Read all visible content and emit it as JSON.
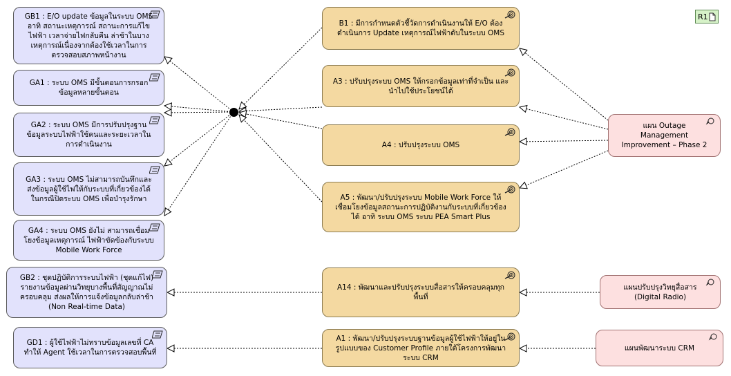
{
  "view_badge": {
    "label": "R1"
  },
  "gaps": [
    {
      "label": "GB1 : E/O update ข้อมูลในระบบ OMS อาทิ สถานะเหตุการณ์ สถานะการแก้ไขไฟฟ้า เวลาจ่ายไฟกลับคืน ล่าช้าในบางเหตุการณ์เนื่องจากต้องใช้เวลาในการตรวจสอบสภาพหน้างาน"
    },
    {
      "label": "GA1 : ระบบ OMS มีขั้นตอนการกรอกข้อมูลหลายขั้นตอน"
    },
    {
      "label": "GA2 : ระบบ OMS มีการปรับปรุงฐานข้อมูลระบบไฟฟ้าใช้คนและระยะเวลาในการดำเนินงาน"
    },
    {
      "label": "GA3 : ระบบ OMS ไม่สามารถบันทึกและส่งข้อมูลผู้ใช้ไฟให้กับระบบที่เกี่ยวข้องได้ ในกรณีปิดระบบ OMS เพื่อบำรุงรักษา"
    },
    {
      "label": "GA4 : ระบบ OMS ยังไม่ สามารถเชื่อมโยงข้อมูลเหตุการณ์ ไฟฟ้าขัดข้องกับระบบ Mobile Work Force"
    },
    {
      "label": "GB2 : ชุดปฏิบัติการระบบไฟฟ้า (ชุดแก้ไฟ) รายงานข้อมูลผ่านวิทยุบางพื้นที่สัญญาณไม่ครอบคลุม ส่งผลให้การแจ้งข้อมูลกลับล่าช้า (Non Real-time Data)"
    },
    {
      "label": "GD1 : ผู้ใช้ไฟฟ้าไม่ทราบข้อมูลเลขที่ CA ทำให้ Agent ใช้เวลาในการตรวจสอบพื้นที่"
    }
  ],
  "work_packages": [
    {
      "label": "B1 : มีการกำหนดตัวชี้วัดการดำเนินงานให้ E/O ต้องดำเนินการ Update เหตุการณ์ไฟฟ้าดับในระบบ OMS"
    },
    {
      "label": "A3 : ปรับปรุงระบบ OMS ให้กรอกข้อมูลเท่าที่จำเป็น และนำไปใช้ประโยชน์ได้"
    },
    {
      "label": "A4 : ปรับปรุงระบบ OMS"
    },
    {
      "label": "A5 : พัฒนา/ปรับปรุงระบบ Mobile Work Force ให้เชื่อมโยงข้อมูลสถานะการปฏิบัติงานกับระบบที่เกี่ยวข้องได้ อาทิ ระบบ OMS ระบบ PEA Smart Plus"
    },
    {
      "label": "A14 : พัฒนาและปรับปรุงระบบสื่อสารให้ครอบคลุมทุกพื้นที่"
    },
    {
      "label": "A1 : พัฒนา/ปรับปรุงระบบฐานข้อมูลผู้ใช้ไฟฟ้าให้อยู่ในรูปแบบของ Customer Profile ภายใต้โครงการพัฒนาระบบ CRM"
    }
  ],
  "plans": [
    {
      "label": "แผน Outage Management Improvement – Phase 2"
    },
    {
      "label": "แผนปรับปรุงวิทยุสื่อสาร (Digital Radio)"
    },
    {
      "label": "แผนพัฒนาระบบ CRM"
    }
  ],
  "icons": {
    "gap": "gap-icon",
    "work_package": "target-icon",
    "plan": "plan-icon",
    "view": "document-icon"
  },
  "colors": {
    "gap_fill": "#e2e2fc",
    "work_package_fill": "#f4d9a1",
    "plan_fill": "#fde0e0",
    "view_badge_fill": "#d6f2c8"
  }
}
